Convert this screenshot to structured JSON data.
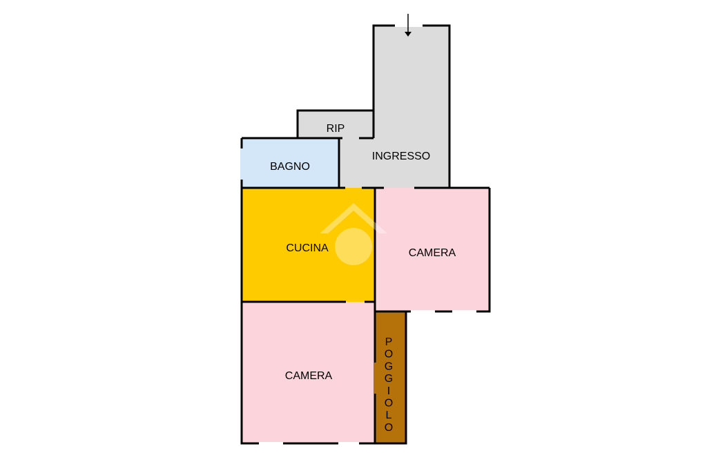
{
  "colors": {
    "ingresso": "#dcdcdc",
    "rip": "#dcdcdc",
    "bagno": "#d4e7f8",
    "cucina": "#fdcb00",
    "camera": "#fcd4dc",
    "poggiolo": "#b5720b",
    "wall": "#000000",
    "watermark": "#ffffff"
  },
  "labels": {
    "rip": "RIP",
    "ingresso": "INGRESSO",
    "bagno": "BAGNO",
    "cucina": "CUCINA",
    "camera_right": "CAMERA",
    "camera_bottom": "CAMERA",
    "poggiolo": [
      "P",
      "O",
      "G",
      "G",
      "I",
      "O",
      "L",
      "O"
    ]
  },
  "icons": {
    "entrance": "entrance-arrow-icon",
    "watermark": "house-watermark-icon"
  }
}
